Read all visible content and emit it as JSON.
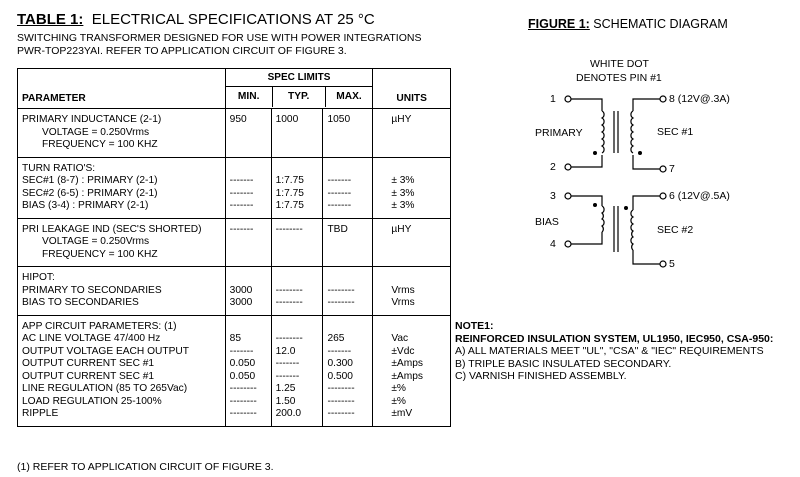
{
  "table_title_bold": "TABLE 1:",
  "table_title_rest": "ELECTRICAL SPECIFICATIONS AT 25 °C",
  "subtitle_line1": "SWITCHING TRANSFORMER DESIGNED FOR USE WITH POWER INTEGRATIONS",
  "subtitle_line2": "PWR-TOP223YAI. REFER TO APPLICATION CIRCUIT OF FIGURE 3.",
  "headers": {
    "parameter": "PARAMETER",
    "spec_limits": "SPEC LIMITS",
    "min": "MIN.",
    "typ": "TYP.",
    "max": "MAX.",
    "units": "UNITS"
  },
  "rows": [
    {
      "param": [
        "PRIMARY INDUCTANCE (2-1)",
        "VOLTAGE = 0.250Vrms",
        "FREQUENCY = 100 KHZ"
      ],
      "min": [
        "950"
      ],
      "typ": [
        "1000"
      ],
      "max": [
        "1050"
      ],
      "units": [
        "µHY"
      ]
    },
    {
      "param": [
        "TURN RATIO'S:",
        "SEC#1 (8-7) : PRIMARY (2-1)",
        "SEC#2 (6-5) : PRIMARY (2-1)",
        "BIAS (3-4) : PRIMARY (2-1)"
      ],
      "min": [
        "",
        "-------",
        "-------",
        "-------"
      ],
      "typ": [
        "",
        "1:7.75",
        "1:7.75",
        "1:7.75"
      ],
      "max": [
        "",
        "-------",
        "-------",
        "-------"
      ],
      "units": [
        "",
        "± 3%",
        "± 3%",
        "± 3%"
      ]
    },
    {
      "param": [
        "PRI LEAKAGE IND (SEC'S SHORTED)",
        "VOLTAGE = 0.250Vrms",
        "FREQUENCY = 100 KHZ"
      ],
      "min": [
        "-------"
      ],
      "typ": [
        "--------"
      ],
      "max": [
        "TBD"
      ],
      "units": [
        "µHY"
      ]
    },
    {
      "param": [
        "HIPOT:",
        "PRIMARY TO SECONDARIES",
        "BIAS TO SECONDARIES"
      ],
      "min": [
        "",
        "3000",
        "3000"
      ],
      "typ": [
        "",
        "--------",
        "--------"
      ],
      "max": [
        "",
        "--------",
        "--------"
      ],
      "units": [
        "",
        "Vrms",
        "Vrms"
      ]
    },
    {
      "param": [
        "APP CIRCUIT PARAMETERS: (1)",
        "AC LINE VOLTAGE 47/400 Hz",
        "OUTPUT VOLTAGE EACH OUTPUT",
        "OUTPUT CURRENT SEC #1",
        "OUTPUT CURRENT SEC #1",
        "LINE REGULATION (85 TO 265Vac)",
        "LOAD REGULATION 25-100%",
        "RIPPLE"
      ],
      "min": [
        "",
        "85",
        "-------",
        "0.050",
        "0.050",
        "--------",
        "--------",
        "--------"
      ],
      "typ": [
        "",
        "--------",
        "12.0",
        "-------",
        "-------",
        "1.25",
        "1.50",
        "200.0"
      ],
      "max": [
        "",
        "265",
        "-------",
        "0.300",
        "0.500",
        "--------",
        "--------",
        "--------"
      ],
      "units": [
        "",
        "Vac",
        "±Vdc",
        "±Amps",
        "±Amps",
        "±%",
        "±%",
        "±mV"
      ]
    }
  ],
  "footnote": "(1) REFER TO APPLICATION CIRCUIT OF FIGURE 3.",
  "figure": {
    "title_bold": "FIGURE 1:",
    "title_rest": "SCHEMATIC DIAGRAM",
    "white_dot_1": "WHITE DOT",
    "white_dot_2": "DENOTES PIN #1",
    "pin1": "1",
    "pin2": "2",
    "pin3": "3",
    "pin4": "4",
    "pin8": "8 (12V@.3A)",
    "pin7": "7",
    "pin6": "6 (12V@.5A)",
    "pin5": "5",
    "primary": "PRIMARY",
    "bias": "BIAS",
    "sec1": "SEC #1",
    "sec2": "SEC #2"
  },
  "note": {
    "title": "NOTE1:",
    "heading": "REINFORCED INSULATION SYSTEM, UL1950, IEC950, CSA-950:",
    "items": [
      "A) ALL MATERIALS MEET \"UL\", \"CSA\" & \"IEC\" REQUIREMENTS",
      "B) TRIPLE BASIC INSULATED SECONDARY.",
      "C) VARNISH FINISHED ASSEMBLY."
    ]
  }
}
